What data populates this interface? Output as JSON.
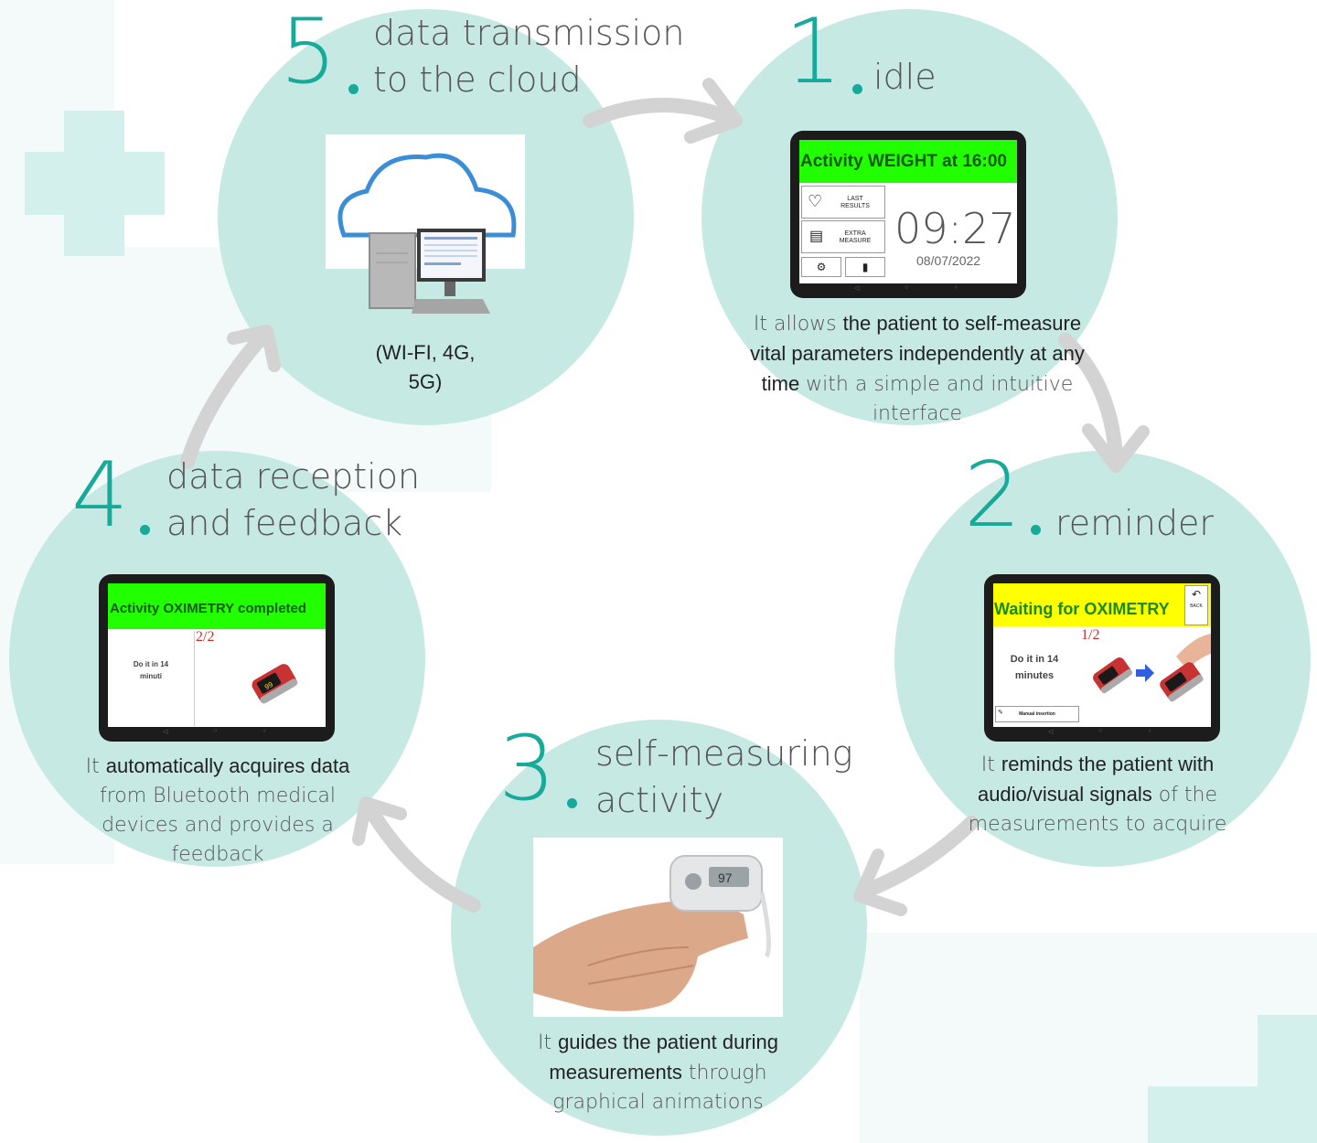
{
  "colors": {
    "teal": "#17aa9a",
    "circle": "#c6e9e3",
    "green_banner": "#22ff00",
    "yellow_banner": "#ffff00"
  },
  "steps": {
    "s1": {
      "num": "1",
      "title_lines": [
        "idle"
      ],
      "desc_html": "It allows <b>the patient to self-measure vital parameters independently at any time</b> with a simple and intuitive interface",
      "tablet": {
        "banner": "Activity WEIGHT at 16:00",
        "btn_last": "LAST RESULTS",
        "btn_extra": "EXTRA MEASURE",
        "clock": "09:27",
        "date": "08/07/2022"
      }
    },
    "s2": {
      "num": "2",
      "title_lines": [
        "reminder"
      ],
      "desc_html": "It <b>reminds the patient with audio/visual signals</b> of the measurements to acquire",
      "tablet": {
        "banner": "Waiting for OXIMETRY",
        "back": "BACK",
        "counter": "1/2",
        "timer_text": "Do it in 14 minutes",
        "manual": "Manual insertion"
      }
    },
    "s3": {
      "num": "3",
      "title_lines": [
        "self-measuring",
        "activity"
      ],
      "desc_html": "It <b>guides the patient during measurements</b> through graphical animations",
      "oximeter_reading": "97"
    },
    "s4": {
      "num": "4",
      "title_lines": [
        "data reception",
        "and feedback"
      ],
      "desc_html": "It <b>automatically acquires data</b> from Bluetooth medical devices and provides a feedback",
      "tablet": {
        "banner": "Activity OXIMETRY completed",
        "counter": "2/2",
        "timer_text": "Do it in 14 minuti",
        "reading": "99"
      }
    },
    "s5": {
      "num": "5",
      "title_lines": [
        "data transmission",
        "to the cloud"
      ],
      "caption": "(WI-FI, 4G, 5G)"
    }
  },
  "navbar": {
    "back": "◁",
    "home": "○",
    "recent": "‹"
  }
}
